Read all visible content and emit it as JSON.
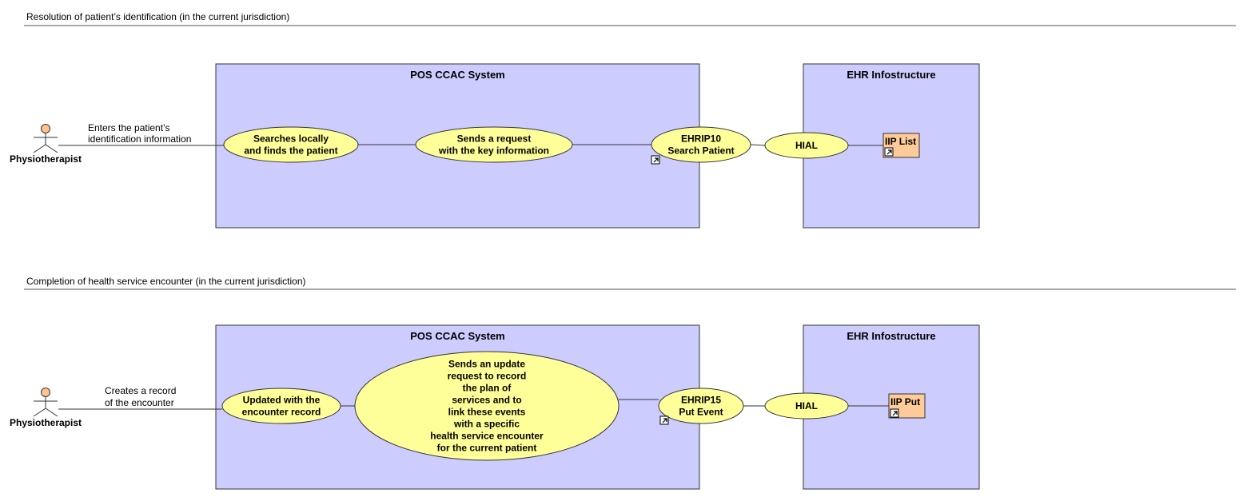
{
  "colors": {
    "boundary_fill": "#ccccff",
    "usecase_fill": "#ffff99",
    "component_fill": "#ffcc99",
    "actor_head": "#ffc38f",
    "line": "#333333"
  },
  "diagrams": [
    {
      "title": "Resolution of patient’s identification (in the current jurisdiction)",
      "actor": {
        "name": "Physiotherapist",
        "icon": "stick-figure-actor-icon"
      },
      "actor_link_label": [
        "Enters the patient’s",
        "identification information"
      ],
      "pos_system": {
        "title": "POS CCAC System",
        "usecases": [
          {
            "lines": [
              "Searches locally",
              "and finds the patient"
            ]
          },
          {
            "lines": [
              "Sends a request",
              "with the key information"
            ]
          },
          {
            "lines": [
              "EHRIP10",
              "Search Patient"
            ],
            "link_icon": "shortcut-arrow-icon"
          }
        ]
      },
      "ehr_system": {
        "title": "EHR Infostructure",
        "hial": {
          "lines": [
            "HIAL"
          ]
        },
        "component": {
          "label": "IIP List",
          "link_icon": "shortcut-arrow-icon"
        }
      }
    },
    {
      "title": "Completion of health service encounter (in the current jurisdiction)",
      "actor": {
        "name": "Physiotherapist",
        "icon": "stick-figure-actor-icon"
      },
      "actor_link_label": [
        "Creates a record",
        "of the encounter"
      ],
      "pos_system": {
        "title": "POS CCAC System",
        "usecases": [
          {
            "lines": [
              "Updated with the",
              "encounter record"
            ]
          },
          {
            "lines": [
              "Sends an update",
              "request to record",
              "the plan of",
              "services and to",
              "link these events",
              "with a specific",
              "health service encounter",
              "for the current patient"
            ]
          },
          {
            "lines": [
              "EHRIP15",
              "Put Event"
            ],
            "link_icon": "shortcut-arrow-icon"
          }
        ]
      },
      "ehr_system": {
        "title": "EHR Infostructure",
        "hial": {
          "lines": [
            "HIAL"
          ]
        },
        "component": {
          "label": "IIP Put",
          "link_icon": "shortcut-arrow-icon"
        }
      }
    }
  ]
}
